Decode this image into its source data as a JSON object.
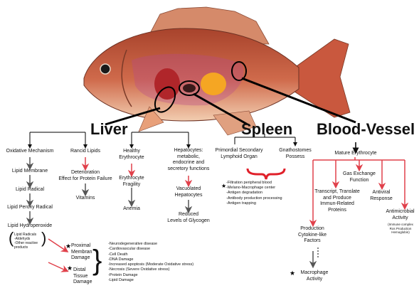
{
  "headings": {
    "liver": "Liver",
    "spleen": "Spleen",
    "blood_vessel": "Blood-Vessel"
  },
  "liver": {
    "col1": {
      "top": "Oxidative Mechanism",
      "steps": [
        "Lipid Membrane",
        "Lipid Radical",
        "Lipid Peroxy Radical",
        "Lipid Hydroperoxide"
      ],
      "note": "Lipid Radicals\n-Aldehyds\n-Other reactive\nproducts"
    },
    "col2": {
      "top": "Rancid Lipids",
      "mid": "Deterioration\nEffect for Protein Failure",
      "bottom": "Vitamins"
    },
    "col3": {
      "top": "Healthy\nErythrocyte",
      "mid": "Erythrocyte\nFragility",
      "bottom": "Anemia"
    },
    "col4": {
      "top": "Hepatocytes:\nmetabolic,\nendocrine and\nsecretory functions",
      "mid": "Vacuolated\nHepatocytes",
      "bottom": "Reduced\nLevels of Glycogen"
    },
    "damage": {
      "proximal": "Proximal\nMembran\nDamage",
      "distal": "Distal\nTissue\nDamage"
    },
    "effects": [
      "-Neurodegenerative disease",
      "-Cardiovascular disease",
      "-Cell Death",
      "-DNA Damage",
      "-Increased apoptosis (Moderate Oxidative stress)",
      "-Necrosis (Severe Oxidative stress)",
      "-Protein Damage",
      "-Lipid Damage"
    ]
  },
  "spleen": {
    "left": "Primordial Secondary\nLymphoid Organ",
    "right": "Gnathostomes\nPossess",
    "functions": [
      "-Filtration peripheral blood",
      "-Melano-Macrophage center",
      "-Antigen degradation",
      "-Antibody production processing",
      "-Antigen trapping"
    ]
  },
  "blood_vessel": {
    "mature": "Mature Erythrocyte",
    "gas": "Gas Exchange\nFunction",
    "transcript": "Transcript, Translate\nand Produce\nImmun-Related\nProteins",
    "antiviral": "Antiviral\nResponse",
    "antimicrobial": "Antimicrobial\nActivity",
    "antimicrobial_note": "(Immune complex\nRos Production\nHemoglobin)",
    "cytokine": "Production\nCytokine-like\nFactors",
    "macrophage": "Macrophage\nActivity"
  },
  "colors": {
    "red_arrow": "#e0404a",
    "brace_red": "#e0202a",
    "fish_body": "#c9583e",
    "fish_belly": "#f0c7a8",
    "fin": "#d58a6a"
  }
}
